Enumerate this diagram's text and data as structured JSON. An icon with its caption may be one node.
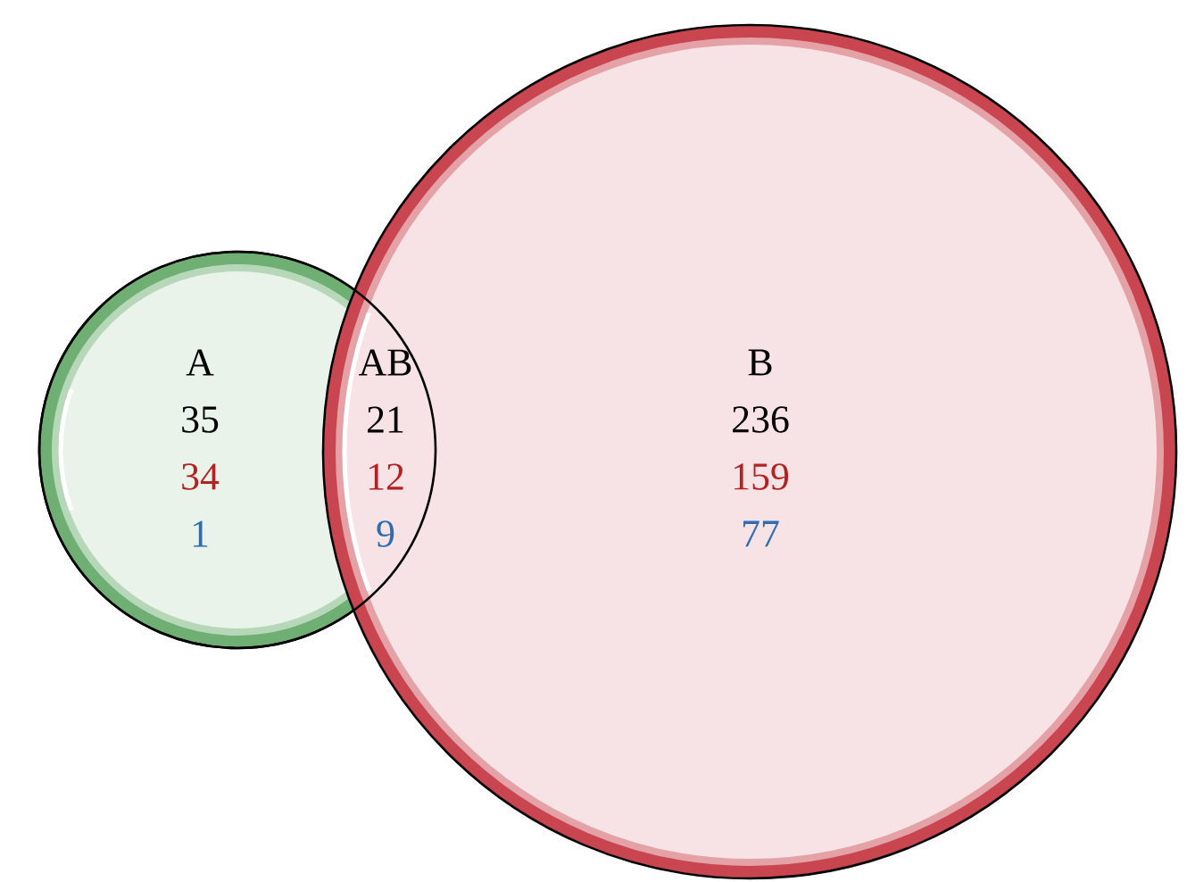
{
  "diagram": {
    "nodes": [
      {
        "text": [
          "A",
          "35",
          "34",
          "1"
        ]
      },
      {
        "text": [
          "B",
          "236",
          "159",
          "77"
        ]
      },
      {
        "text": [
          "AB",
          "21",
          "12",
          "9"
        ]
      }
    ]
  }
}
